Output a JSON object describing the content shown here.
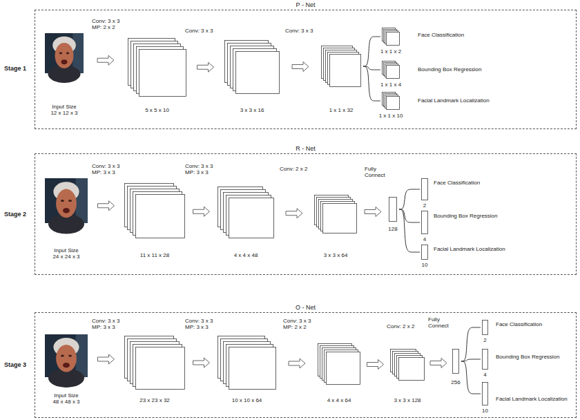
{
  "diagram": {
    "nodes": [
      {
        "text": [
          "P - Net"
        ]
      },
      {
        "text": [
          "Input Size 12 x 12 x 3"
        ],
        "in": 0
      },
      {
        "text": [
          "5 x 5 x 10"
        ],
        "in": 0
      },
      {
        "text": [
          "3 x 3 x 16"
        ],
        "in": 0
      },
      {
        "text": [
          "1 x 1 x 32"
        ],
        "in": 0
      },
      {
        "text": [
          "Face Classification",
          "1 x 1 x 2"
        ],
        "in": 0
      },
      {
        "text": [
          "Bounding Box Regression",
          "1 x 1 x 4"
        ],
        "in": 0
      },
      {
        "text": [
          "Facial Landmark Localization",
          "1 x 1 x 10"
        ],
        "in": 0
      },
      {
        "text": [
          "R - Net"
        ]
      },
      {
        "text": [
          "Input Size 24 x 24 x 3"
        ],
        "in": 8
      },
      {
        "text": [
          "11 x 11 x 28"
        ],
        "in": 8
      },
      {
        "text": [
          "4 x 4 x 48"
        ],
        "in": 8
      },
      {
        "text": [
          "3 x 3 x 64"
        ],
        "in": 8
      },
      {
        "text": [
          "128"
        ],
        "in": 8
      },
      {
        "text": [
          "Face Classification",
          "2"
        ],
        "in": 8
      },
      {
        "text": [
          "Bounding Box Regression",
          "4"
        ],
        "in": 8
      },
      {
        "text": [
          "Facial Landmark Localization",
          "10"
        ],
        "in": 8
      },
      {
        "text": [
          "O - Net"
        ]
      },
      {
        "text": [
          "Input Size 48 x 48 x 3"
        ],
        "in": 17
      },
      {
        "text": [
          "23 x 23 x 32"
        ],
        "in": 17
      },
      {
        "text": [
          "10 x 10 x 64"
        ],
        "in": 17
      },
      {
        "text": [
          "4 x 4 x 64"
        ],
        "in": 17
      },
      {
        "text": [
          "3 x 3 x 128"
        ],
        "in": 17
      },
      {
        "text": [
          "256"
        ],
        "in": 17
      },
      {
        "text": [
          "Face Classification",
          "2"
        ],
        "in": 17
      },
      {
        "text": [
          "Bounding Box Regression",
          "4"
        ],
        "in": 17
      },
      {
        "text": [
          "Facial Landmark Localization",
          "10"
        ],
        "in": 17
      }
    ],
    "edges": [
      {
        "from": 1,
        "to": 2,
        "arrow": "to",
        "label": "Conv: 3 x 3 MP: 2 x 2"
      },
      {
        "from": 2,
        "to": 3,
        "arrow": "to",
        "label": "Conv: 3 x 3"
      },
      {
        "from": 3,
        "to": 4,
        "arrow": "to",
        "label": "Conv: 3 x 3"
      },
      {
        "from": 4,
        "to": 5,
        "arrow": "none"
      },
      {
        "from": 4,
        "to": 6,
        "arrow": "none"
      },
      {
        "from": 4,
        "to": 7,
        "arrow": "none"
      },
      {
        "from": 9,
        "to": 10,
        "arrow": "to",
        "label": "Conv: 3 x 3 MP: 3 x 3"
      },
      {
        "from": 10,
        "to": 11,
        "arrow": "to",
        "label": "Conv: 3 x 3 MP: 3 x 3"
      },
      {
        "from": 11,
        "to": 12,
        "arrow": "to",
        "label": "Conv: 2 x 2"
      },
      {
        "from": 12,
        "to": 13,
        "arrow": "to",
        "label": "Fully Connect"
      },
      {
        "from": 13,
        "to": 14,
        "arrow": "none"
      },
      {
        "from": 13,
        "to": 15,
        "arrow": "none"
      },
      {
        "from": 13,
        "to": 16,
        "arrow": "none"
      },
      {
        "from": 18,
        "to": 19,
        "arrow": "to",
        "label": "Conv: 3 x 3 MP: 3 x 3"
      },
      {
        "from": 19,
        "to": 20,
        "arrow": "to",
        "label": "Conv: 3 x 3 MP: 3 x 3"
      },
      {
        "from": 20,
        "to": 21,
        "arrow": "to",
        "label": "Conv: 3 x 3 MP: 2 x 2"
      },
      {
        "from": 21,
        "to": 22,
        "arrow": "to",
        "label": "Conv: 2 x 2"
      },
      {
        "from": 22,
        "to": 23,
        "arrow": "to",
        "label": "Fully Connect"
      },
      {
        "from": 23,
        "to": 24,
        "arrow": "none"
      },
      {
        "from": 23,
        "to": 25,
        "arrow": "none"
      },
      {
        "from": 23,
        "to": 26,
        "arrow": "none"
      }
    ],
    "labels": [
      "Stage 1",
      "Stage 2",
      "Stage 3"
    ]
  }
}
